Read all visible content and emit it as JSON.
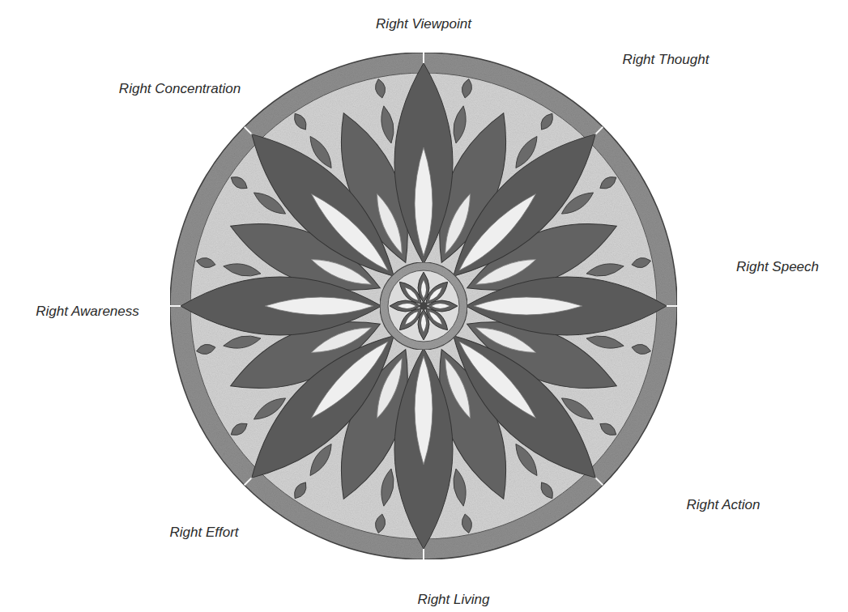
{
  "diagram": {
    "labels": [
      "Right Viewpoint",
      "Right Thought",
      "Right Speech",
      "Right Action",
      "Right Living",
      "Right Effort",
      "Right Awareness",
      "Right Concentration"
    ]
  }
}
